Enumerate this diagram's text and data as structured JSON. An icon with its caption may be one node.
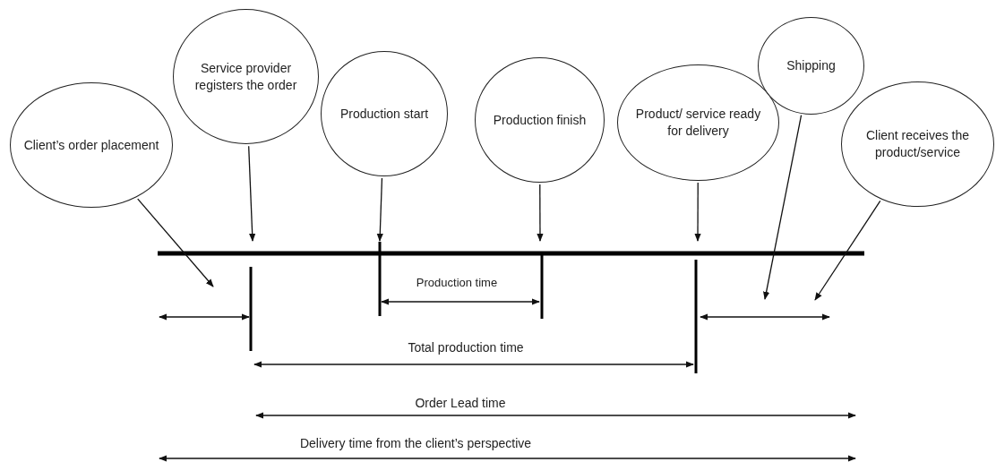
{
  "diagram": {
    "nodes": [
      {
        "text": [
          "Client’s order placement"
        ]
      },
      {
        "text": [
          "Service provider registers the order"
        ]
      },
      {
        "text": [
          "Production start"
        ]
      },
      {
        "text": [
          "Production finish"
        ]
      },
      {
        "text": [
          "Product/ service ready for delivery"
        ]
      },
      {
        "text": [
          "Shipping"
        ]
      },
      {
        "text": [
          "Client receives the product/service"
        ]
      }
    ],
    "edges": [
      {
        "from": 0,
        "to": null,
        "arrow": "to"
      },
      {
        "from": 1,
        "to": null,
        "arrow": "to"
      },
      {
        "from": 2,
        "to": null,
        "arrow": "to"
      },
      {
        "from": 3,
        "to": null,
        "arrow": "to"
      },
      {
        "from": 4,
        "to": null,
        "arrow": "to"
      },
      {
        "from": 5,
        "to": null,
        "arrow": "to"
      },
      {
        "from": 6,
        "to": null,
        "arrow": "to"
      }
    ],
    "labels": [
      "Production time",
      "Total production time",
      "Order Lead time",
      "Delivery time from the client’s perspective"
    ]
  }
}
